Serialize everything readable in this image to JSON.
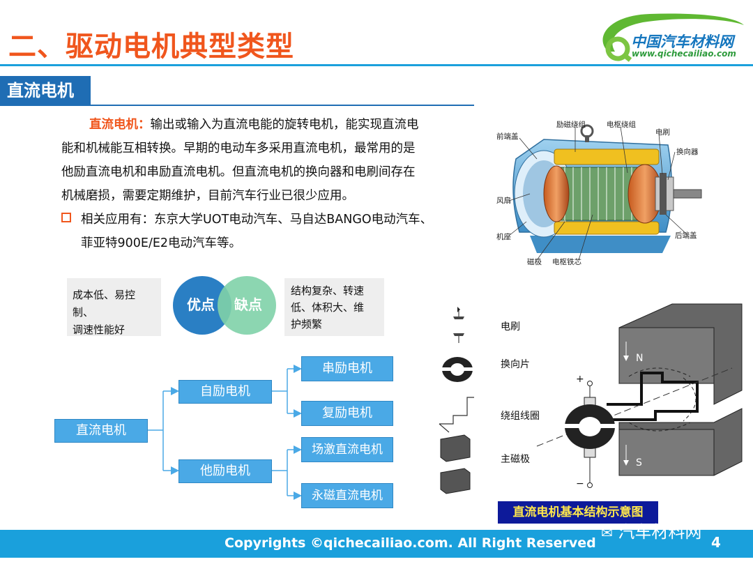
{
  "title": "二、驱动电机典型类型",
  "logo": {
    "name_cn": "中国汽车材料网",
    "url": "www.qichecailiao.com"
  },
  "section_tag": "直流电机",
  "intro": {
    "lead": "直流电机：",
    "line1_rest": "输出或输入为直流电能的旋转电机，能实现直流电",
    "line2": "能和机械能互相转换。早期的电动车多采用直流电机，最常用的是",
    "line3": "他励直流电机和串励直流电机。但直流电机的换向器和电刷间存在",
    "line4": "机械磨损，需要定期维护，目前汽车行业已很少应用。"
  },
  "bullet": {
    "line1": "相关应用有：东京大学UOT电动汽车、马自达BANGO电动汽车、",
    "line2": "菲亚特900E/E2电动汽车等。"
  },
  "motor_labels": {
    "front_cover": "前端盖",
    "field_winding": "励磁绕组",
    "armature_winding": "电枢绕组",
    "brush": "电刷",
    "commutator": "换向器",
    "fan": "风扇",
    "frame": "机座",
    "rear_cover": "后端盖",
    "pole": "磁极",
    "armature_core": "电枢铁芯"
  },
  "comparison": {
    "advantages_label": "优点",
    "disadvantages_label": "缺点",
    "advantages_line1": "成本低、易控制、",
    "advantages_line2": "调速性能好",
    "disadvantages_line1": "结构复杂、转速",
    "disadvantages_line2": "低、体积大、维",
    "disadvantages_line3": "护频繁"
  },
  "tree": {
    "root": "直流电机",
    "self_excited": "自励电机",
    "separately_excited": "他励电机",
    "series": "串励电机",
    "compound": "复励电机",
    "field_excited": "场激直流电机",
    "permanent_magnet": "永磁直流电机"
  },
  "schematic": {
    "legend_brush": "电刷",
    "legend_commutator": "换向片",
    "legend_coil": "绕组线圈",
    "legend_pole": "主磁极",
    "plus": "+",
    "minus": "−",
    "north": "N",
    "south": "S",
    "caption": "直流电机基本结构示意图"
  },
  "footer": {
    "copyright": "Copyrights ©qichecailiao.com. All Right Reserved",
    "wechat": "汽车材料网",
    "page": "4"
  },
  "colors": {
    "accent_orange": "#f0561d",
    "brand_blue": "#1aa0dc",
    "tag_blue": "#1f6db4",
    "node_blue": "#4aa9e6",
    "venn_blue": "#2a7fc4",
    "venn_green": "#7fd1a8"
  }
}
